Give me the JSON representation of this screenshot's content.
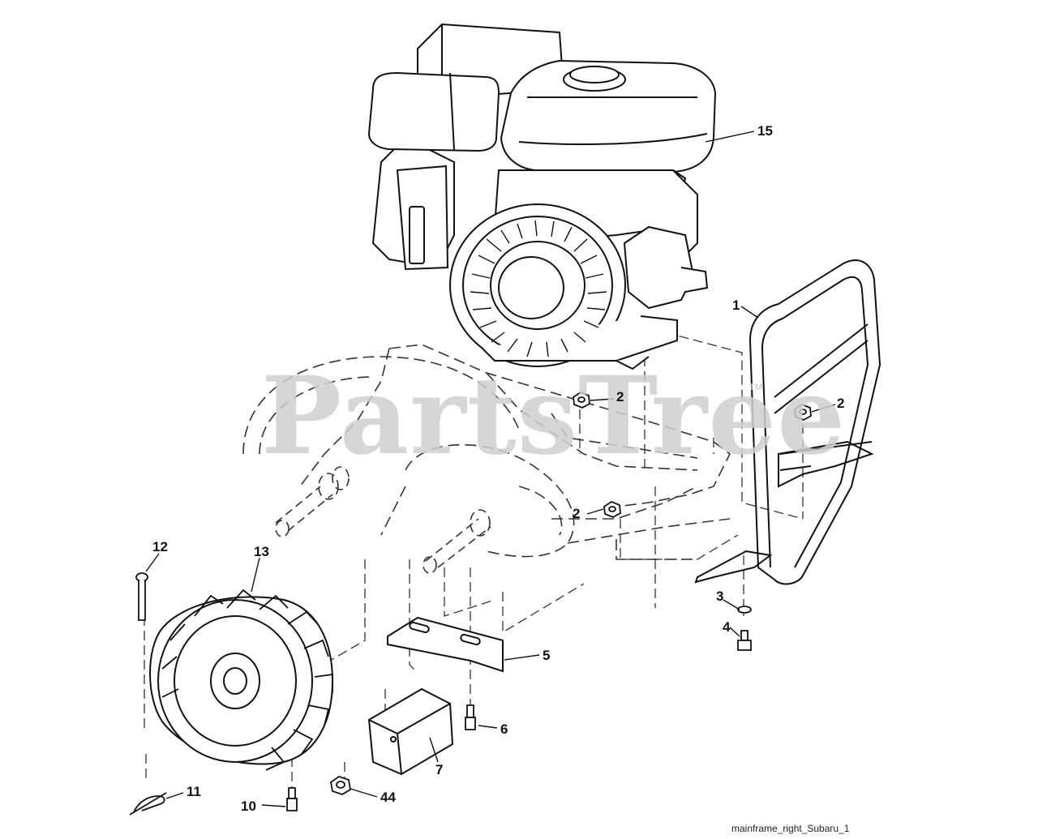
{
  "watermark": {
    "text": "PartsTree",
    "tm": "™"
  },
  "caption": "mainframe_right_Subaru_1",
  "callouts": {
    "p15": "15",
    "p1": "1",
    "p2a": "2",
    "p2b": "2",
    "p2c": "2",
    "p3": "3",
    "p4": "4",
    "p5": "5",
    "p6": "6",
    "p7": "7",
    "p10": "10",
    "p11": "11",
    "p12": "12",
    "p13": "13",
    "p44": "44"
  }
}
